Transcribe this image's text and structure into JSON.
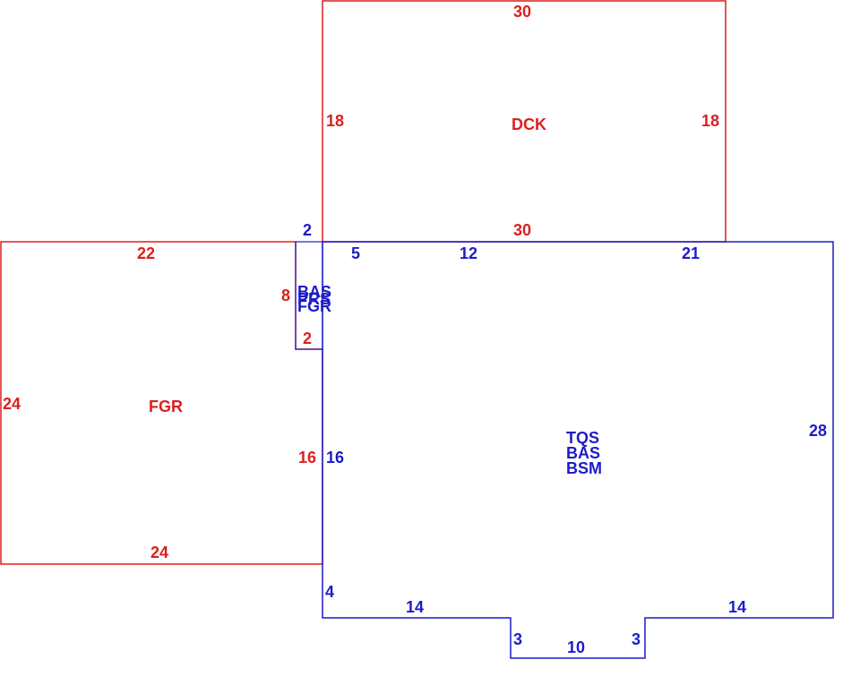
{
  "colors": {
    "detached": "#dd1e1e",
    "main": "#1c1cc8"
  },
  "deck": {
    "code": "DCK",
    "dim_top": "30",
    "dim_bottom": "30",
    "dim_left": "18",
    "dim_right": "18"
  },
  "garage": {
    "code": "FGR",
    "dim_top": "22",
    "dim_left": "24",
    "dim_bottom": "24",
    "dim_right": "16",
    "notch_depth": "8",
    "notch_bottom": "2"
  },
  "porch": {
    "width": "2",
    "codes": [
      "BAS",
      "PRS",
      "FGR"
    ]
  },
  "main": {
    "codes": [
      "TQS",
      "BAS",
      "BSM"
    ],
    "dim_top_a": "5",
    "dim_top_b": "12",
    "dim_top_c": "21",
    "dim_right": "28",
    "dim_left": "16",
    "dim_left_low": "4",
    "dim_bottom_left": "14",
    "dim_bottom_right": "14",
    "dim_bump_left": "3",
    "dim_bump_right": "3",
    "dim_bump_bottom": "10"
  }
}
